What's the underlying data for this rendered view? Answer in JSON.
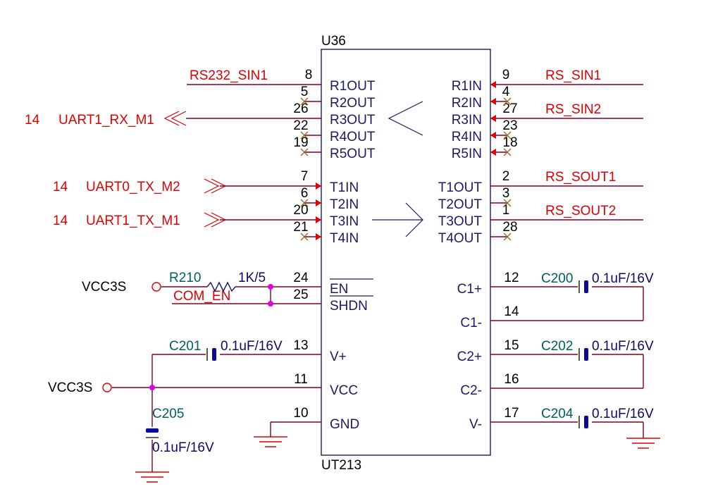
{
  "ic": {
    "designator": "U36",
    "part": "UT213",
    "left_pins": [
      {
        "num": "8",
        "name": "R1OUT"
      },
      {
        "num": "5",
        "name": "R2OUT"
      },
      {
        "num": "26",
        "name": "R3OUT"
      },
      {
        "num": "22",
        "name": "R4OUT"
      },
      {
        "num": "19",
        "name": "R5OUT"
      },
      {
        "num": "7",
        "name": "T1IN"
      },
      {
        "num": "6",
        "name": "T2IN"
      },
      {
        "num": "20",
        "name": "T3IN"
      },
      {
        "num": "21",
        "name": "T4IN"
      },
      {
        "num": "24",
        "name": "EN"
      },
      {
        "num": "25",
        "name": "SHDN"
      },
      {
        "num": "13",
        "name": "V+"
      },
      {
        "num": "11",
        "name": "VCC"
      },
      {
        "num": "10",
        "name": "GND"
      }
    ],
    "right_pins": [
      {
        "num": "9",
        "name": "R1IN"
      },
      {
        "num": "4",
        "name": "R2IN"
      },
      {
        "num": "27",
        "name": "R3IN"
      },
      {
        "num": "23",
        "name": "R4IN"
      },
      {
        "num": "18",
        "name": "R5IN"
      },
      {
        "num": "2",
        "name": "T1OUT"
      },
      {
        "num": "3",
        "name": "T2OUT"
      },
      {
        "num": "1",
        "name": "T3OUT"
      },
      {
        "num": "28",
        "name": "T4OUT"
      },
      {
        "num": "12",
        "name": "C1+"
      },
      {
        "num": "14",
        "name": "C1-"
      },
      {
        "num": "15",
        "name": "C2+"
      },
      {
        "num": "16",
        "name": "C2-"
      },
      {
        "num": "17",
        "name": "V-"
      }
    ]
  },
  "nets": {
    "rs232_sin1": "RS232_SIN1",
    "rs_sin1": "RS_SIN1",
    "rs_sin2": "RS_SIN2",
    "rs_sout1": "RS_SOUT1",
    "rs_sout2": "RS_SOUT2",
    "uart1_rx_m1": "UART1_RX_M1",
    "uart0_tx_m2": "UART0_TX_M2",
    "uart1_tx_m1": "UART1_TX_M1",
    "com_en": "COM_EN",
    "vcc3s_top": "VCC3S",
    "vcc3s_bottom": "VCC3S"
  },
  "sheet_refs": {
    "uart1_rx_m1": "14",
    "uart0_tx_m2": "14",
    "uart1_tx_m1": "14"
  },
  "components": {
    "r210": {
      "ref": "R210",
      "value": "1K/5"
    },
    "c200": {
      "ref": "C200",
      "value": "0.1uF/16V"
    },
    "c201": {
      "ref": "C201",
      "value": "0.1uF/16V"
    },
    "c202": {
      "ref": "C202",
      "value": "0.1uF/16V"
    },
    "c204": {
      "ref": "C204",
      "value": "0.1uF/16V"
    },
    "c205": {
      "ref": "C205",
      "value": "0.1uF/16V"
    }
  },
  "colors": {
    "wire": "#800020",
    "net_label": "#e00000",
    "component_outline": "#1a1a66",
    "junction": "#e000e0",
    "capacitor_plate": "#0a0aa0"
  }
}
